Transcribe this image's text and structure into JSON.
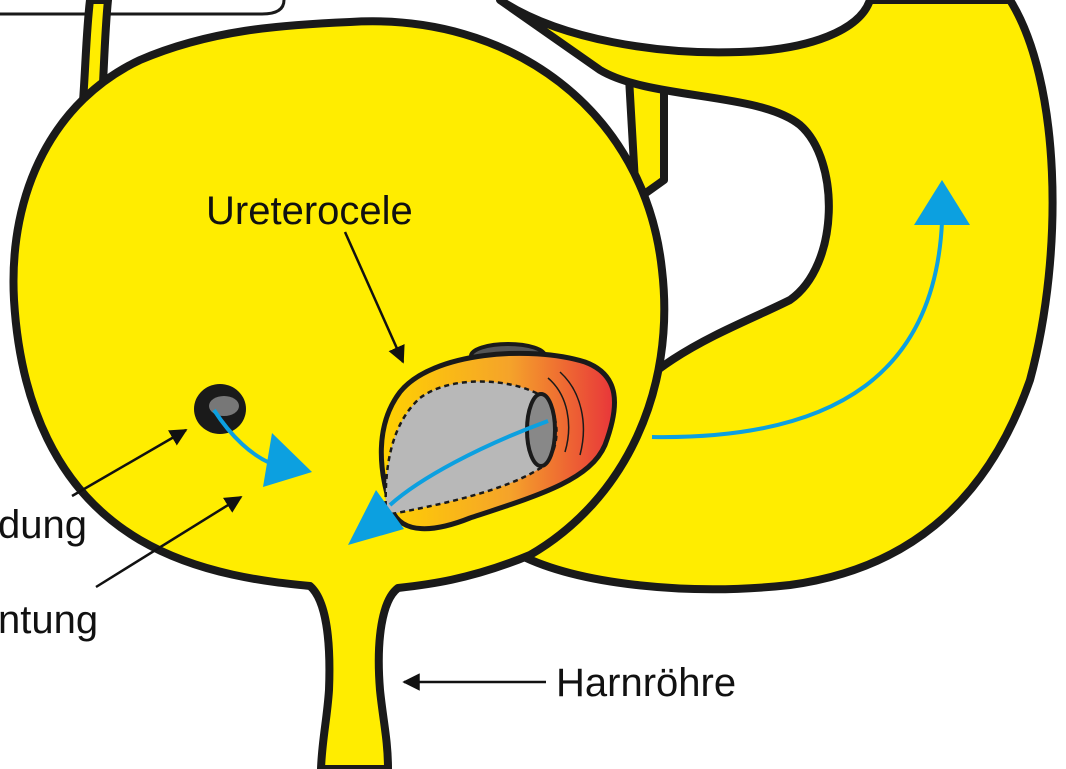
{
  "labels": {
    "ureterocele": "Ureterocele",
    "harnroehre": "Harnröhre",
    "partial_left_1": "dung",
    "partial_left_2": "ntung"
  },
  "colors": {
    "organ_fill": "#FFED00",
    "outline": "#1a1a1a",
    "flow_arrow": "#0CA0E0",
    "cele_lumen": "#B8B8B8",
    "cele_gradient_start": "#FFD200",
    "cele_gradient_end": "#E8353A",
    "orifice": "#555555"
  }
}
